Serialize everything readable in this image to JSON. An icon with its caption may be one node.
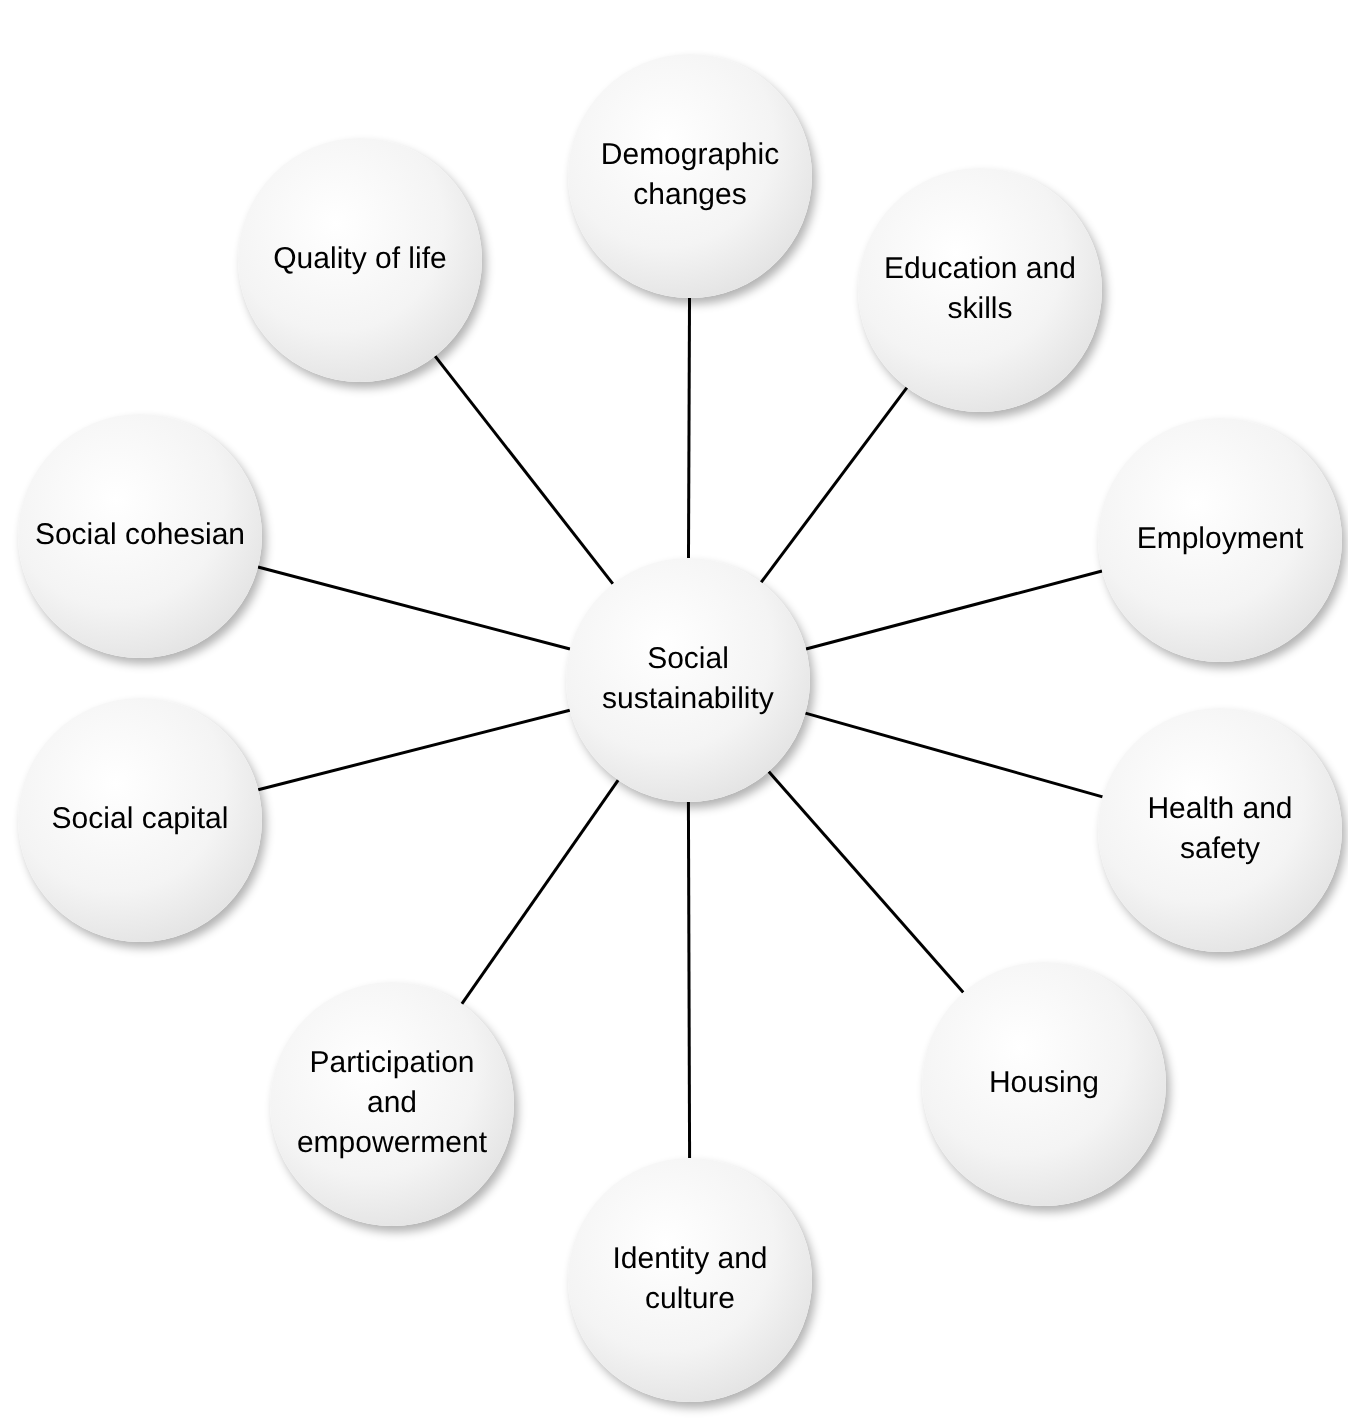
{
  "diagram": {
    "nodes": [
      {
        "text": [
          "Social sustainability"
        ]
      },
      {
        "text": [
          "Demographic changes"
        ]
      },
      {
        "text": [
          "Education and skills"
        ]
      },
      {
        "text": [
          "Employment"
        ]
      },
      {
        "text": [
          "Health and safety"
        ]
      },
      {
        "text": [
          "Housing"
        ]
      },
      {
        "text": [
          "Identity and culture"
        ]
      },
      {
        "text": [
          "Participation and empowerment"
        ]
      },
      {
        "text": [
          "Social capital"
        ]
      },
      {
        "text": [
          "Social cohesian"
        ]
      },
      {
        "text": [
          "Quality of life"
        ]
      }
    ],
    "edges": [
      {
        "from": 0,
        "to": 1,
        "arrow": "none"
      },
      {
        "from": 0,
        "to": 2,
        "arrow": "none"
      },
      {
        "from": 0,
        "to": 3,
        "arrow": "none"
      },
      {
        "from": 0,
        "to": 4,
        "arrow": "none"
      },
      {
        "from": 0,
        "to": 5,
        "arrow": "none"
      },
      {
        "from": 0,
        "to": 6,
        "arrow": "none"
      },
      {
        "from": 0,
        "to": 7,
        "arrow": "none"
      },
      {
        "from": 0,
        "to": 8,
        "arrow": "none"
      },
      {
        "from": 0,
        "to": 9,
        "arrow": "none"
      },
      {
        "from": 0,
        "to": 10,
        "arrow": "none"
      }
    ]
  }
}
